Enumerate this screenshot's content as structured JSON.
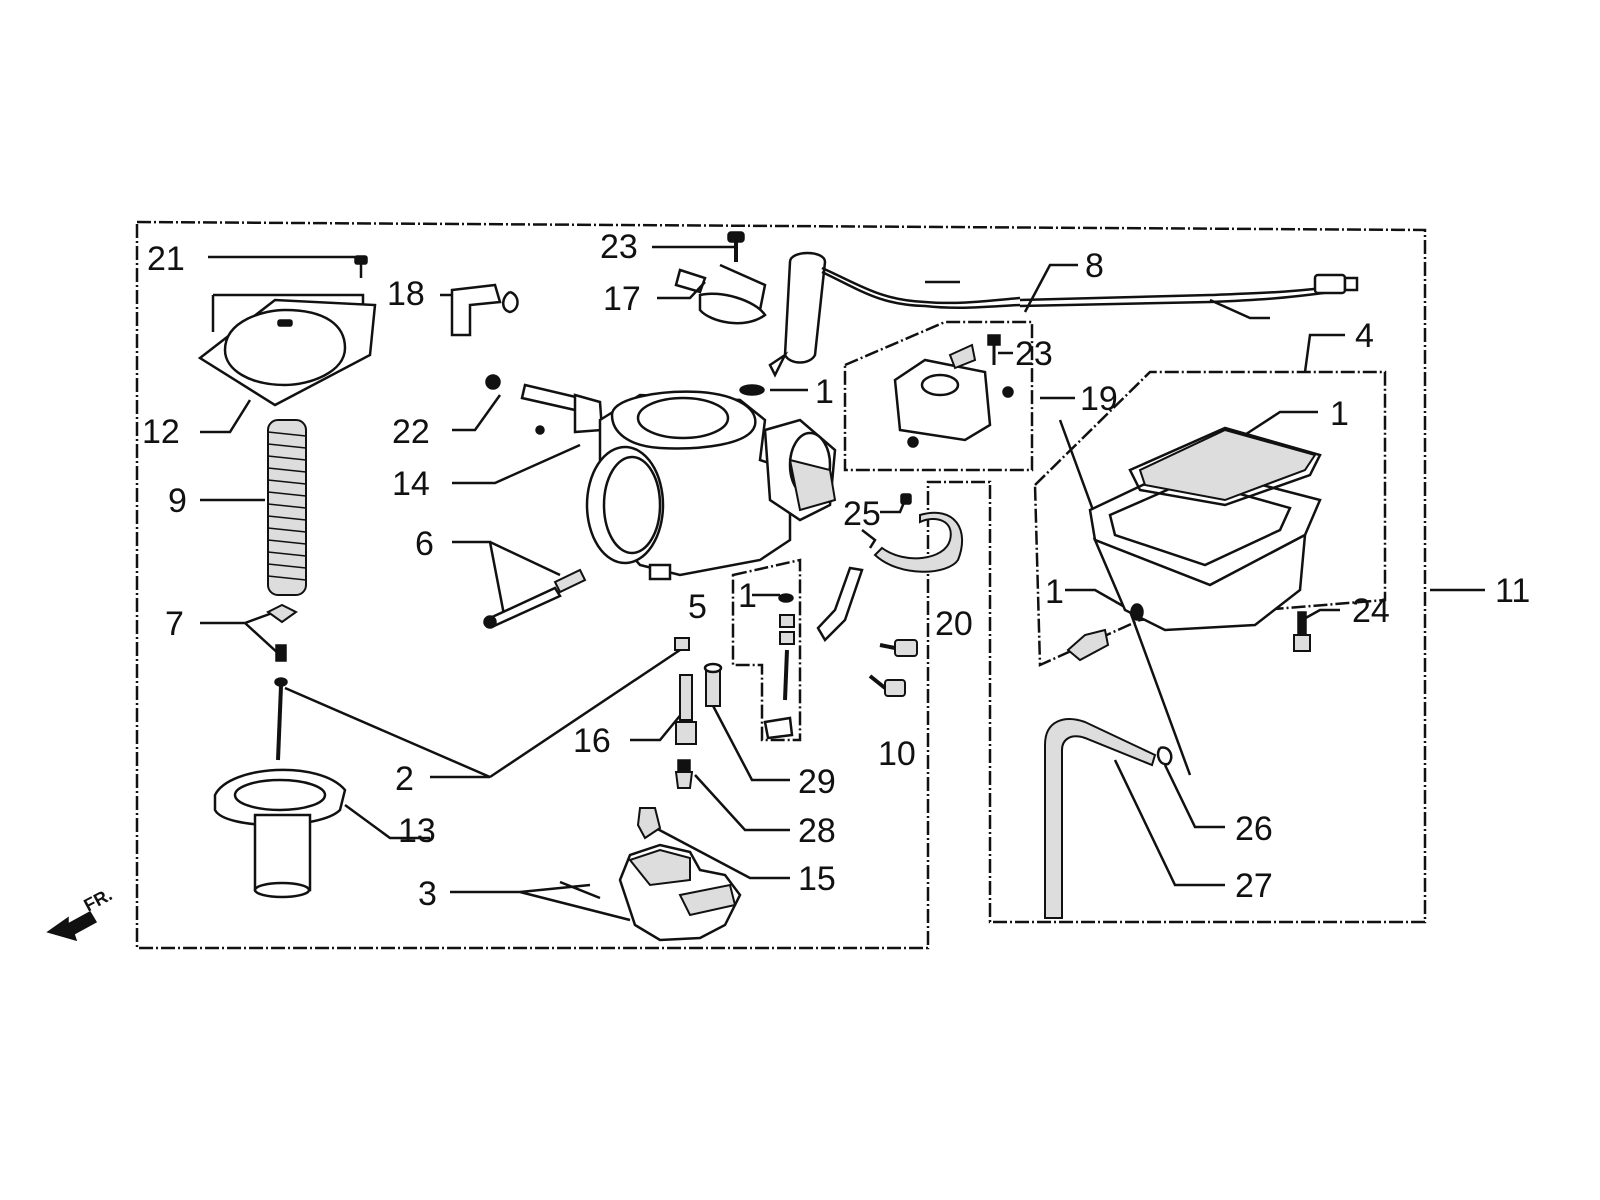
{
  "callouts": {
    "c21": "21",
    "c18": "18",
    "c23a": "23",
    "c17": "17",
    "c8": "8",
    "c12": "12",
    "c22": "22",
    "c1a": "1",
    "c23b": "23",
    "c19": "19",
    "c4": "4",
    "c1b": "1",
    "c14": "14",
    "c9": "9",
    "c25": "25",
    "c6": "6",
    "c5": "5",
    "c1c": "1",
    "c20": "20",
    "c1d": "1",
    "c24": "24",
    "c11": "11",
    "c7": "7",
    "c16": "16",
    "c10": "10",
    "c2": "2",
    "c29": "29",
    "c13": "13",
    "c28": "28",
    "c26": "26",
    "c15": "15",
    "c27": "27",
    "c3": "3"
  },
  "front_indicator": "FR."
}
